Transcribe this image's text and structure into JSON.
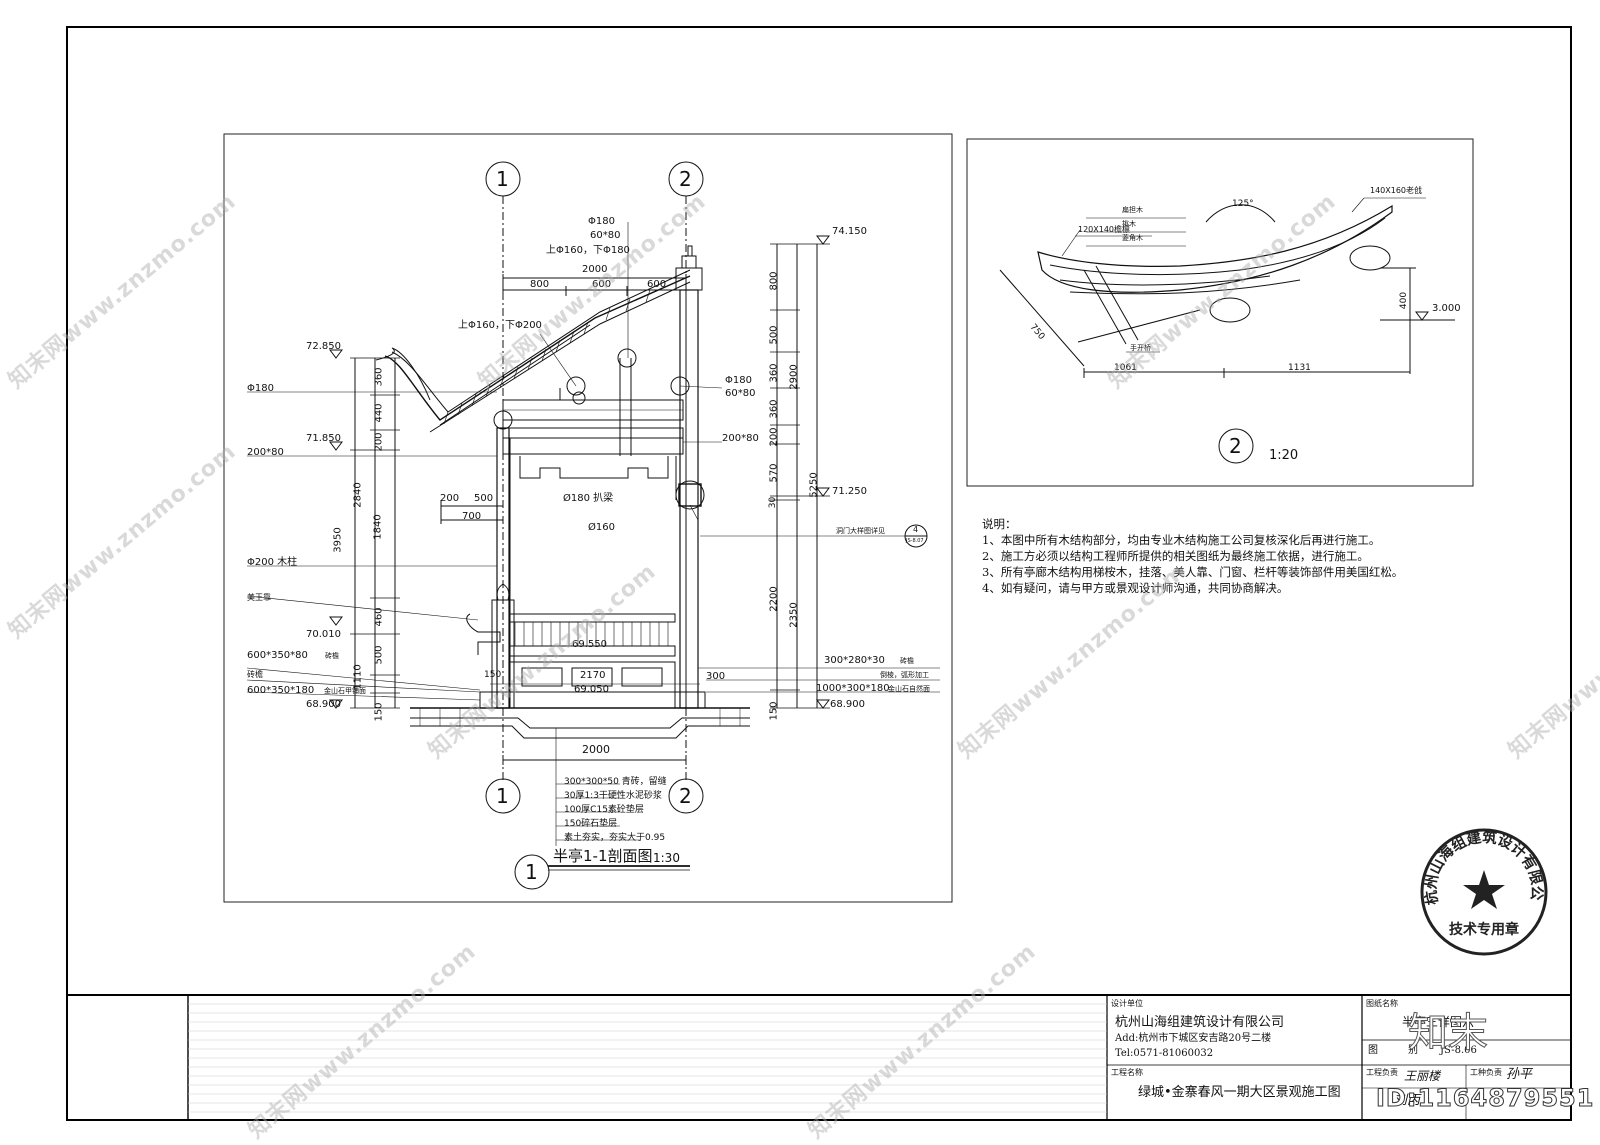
{
  "section": {
    "grid_labels": [
      "1",
      "2"
    ],
    "title": "半亭1-1剖面图",
    "title_number": "1",
    "scale": "1:30",
    "levels": {
      "top": "74.150",
      "eave_high": "72.850",
      "eave_low": "71.850",
      "right_mid": "71.250",
      "left_mid": "70.010",
      "bench": "69.550",
      "floor": "69.050",
      "ground_left": "68.900",
      "ground_right": "68.900"
    },
    "left_labels": {
      "phi180": "Φ180",
      "beam200x80": "200*80",
      "column": "Φ200 木柱",
      "beauty_bench": "美王靠",
      "stone1": "600*350*80",
      "stone1_note": "砖檐",
      "brick": "砖檐",
      "stone2": "600*350*180",
      "stone2_note": "金山石甲铺面"
    },
    "top_labels": {
      "phi180": "Φ180",
      "d60x80": "60*80",
      "up160_down180": "上Φ160，下Φ180",
      "up160_down200": "上Φ160，下Φ200",
      "dim2000": "2000",
      "dim800": "800",
      "dim600a": "600",
      "dim600b": "600"
    },
    "right_labels": {
      "phi180": "Φ180",
      "d60x80": "60*80",
      "beam200x80": "200*80",
      "ref_note": "洞门大样图详见",
      "ref_num": "4",
      "ref_sheet": "JS-8.07",
      "slab": "300*280*30",
      "slab_note": "砖檐",
      "edge_note": "倒棱，弧形加工",
      "stone": "1000*300*180",
      "stone_note": "金山石自然面",
      "dim300": "300"
    },
    "mid_labels": {
      "beam": "Ø180 扒梁",
      "phi160": "Ø160",
      "dim200": "200",
      "dim500": "500",
      "dim700": "700",
      "dim150": "150",
      "dim2170": "2170",
      "bottom2000": "2000"
    },
    "left_dims": [
      "360",
      "440",
      "200",
      "1840",
      "460",
      "500",
      "150"
    ],
    "left_totals": [
      "2840",
      "3950",
      "1110"
    ],
    "right_dims": [
      "800",
      "500",
      "360",
      "360",
      "200",
      "570",
      "30",
      "2200",
      "150"
    ],
    "right_totals": [
      "2900",
      "5250",
      "2350"
    ],
    "layers": [
      "300*300*50  青砖，留缝",
      "30厚1:3干硬性水泥砂浆",
      "100厚C15素砼垫层",
      "150碎石垫层",
      "素土夯实，夯实大于0.95"
    ]
  },
  "detail": {
    "number": "2",
    "scale": "1:20",
    "labels": [
      "扁担木",
      "挑木",
      "菱角木",
      "120X140檐檩",
      "140X160老戗",
      "手开桥"
    ],
    "angle": "125°",
    "dims": {
      "d750": "750",
      "d400": "400",
      "d1061": "1061",
      "d1131": "1131"
    },
    "level": "3.000"
  },
  "notes": {
    "heading": "说明：",
    "items": [
      "1、本图中所有木结构部分，均由专业木结构施工公司复核深化后再进行施工。",
      "2、施工方必须以结构工程师所提供的相关图纸为最终施工依据，进行施工。",
      "3、所有亭廊木结构用梯桉木，挂落、美人靠、门窗、栏杆等装饰部件用美国红松。",
      "4、如有疑问，请与甲方或景观设计师沟通，共同协商解决。"
    ]
  },
  "title_block": {
    "design_unit_label": "设计单位",
    "company": "杭州山海组建筑设计有限公司",
    "address": "Add:杭州市下城区安吉路20号二楼",
    "tel": "Tel:0571-81060032",
    "project_label": "工程名称",
    "project": "绿城•金寨春风一期大区景观施工图",
    "drawing_name_label": "图纸名称",
    "drawing_name": "半亭三详图六",
    "sheet_label1": "图",
    "sheet_label2": "别",
    "sheet_no": "JS-8.06",
    "engineer_label": "工程负责",
    "engineer": "王丽楼",
    "tech_label": "工种负责",
    "tech": "孙平",
    "designer": "刘丙"
  },
  "stamp": {
    "text": "杭州山海组建筑设计有限公司",
    "bottom": "技术专用章"
  },
  "watermark": {
    "brand_cn": "知末",
    "id": "ID:1164879551",
    "text": "知末网www.znzmo.com"
  }
}
